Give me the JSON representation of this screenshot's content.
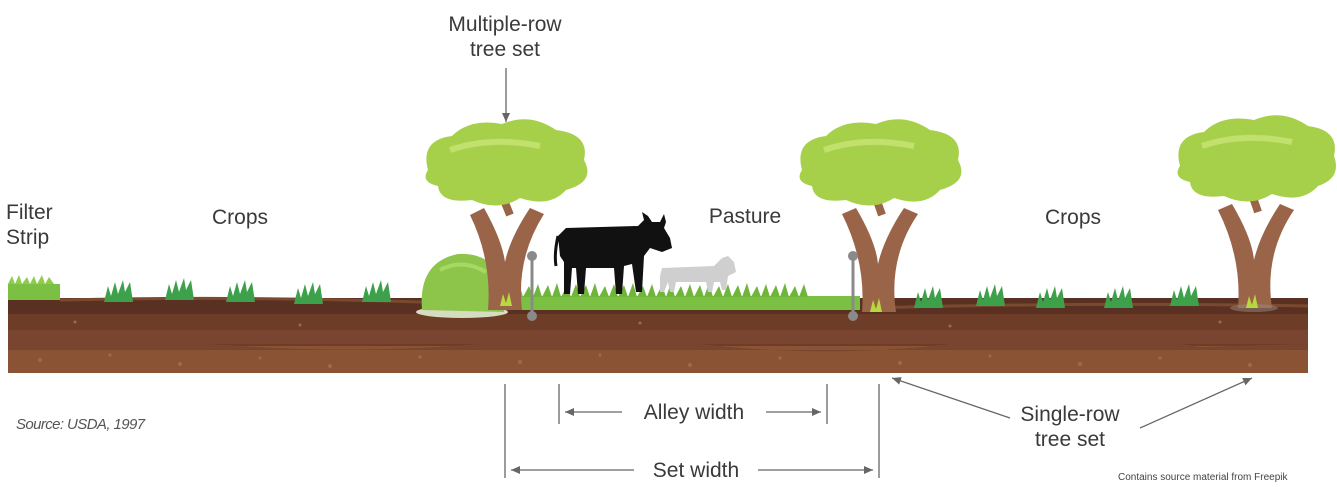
{
  "labels": {
    "filter_strip_line1": "Filter",
    "filter_strip_line2": "Strip",
    "crops_left": "Crops",
    "pasture": "Pasture",
    "crops_right": "Crops",
    "multiple_row_line1": "Multiple-row",
    "multiple_row_line2": "tree set",
    "single_row_line1": "Single-row",
    "single_row_line2": "tree set",
    "alley_width": "Alley width",
    "set_width": "Set width"
  },
  "source": "Source: USDA, 1997",
  "credit": "Contains source material from Freepik",
  "colors": {
    "soil_top": "#5a3022",
    "soil_mid": "#6e3d27",
    "soil_deep": "#8a5434",
    "grass": "#6fbf3a",
    "foliage": "#a7d04a",
    "trunk": "#9a6448",
    "cow": "#111111"
  }
}
